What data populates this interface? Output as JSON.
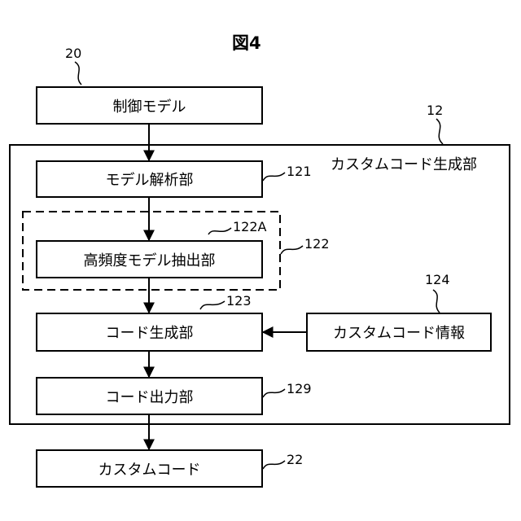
{
  "figure": {
    "title": "図4"
  },
  "refs": {
    "control_model": "20",
    "custom_code_generator": "12",
    "model_analysis": "121",
    "high_freq_extract_inner": "122A",
    "high_freq_extract_group": "122",
    "code_generation": "123",
    "custom_code_info": "124",
    "code_output": "129",
    "custom_code": "22"
  },
  "labels": {
    "control_model": "制御モデル",
    "custom_code_generator": "カスタムコード生成部",
    "model_analysis": "モデル解析部",
    "high_freq_extract": "高頻度モデル抽出部",
    "code_generation": "コード生成部",
    "custom_code_info": "カスタムコード情報",
    "code_output": "コード出力部",
    "custom_code": "カスタムコード"
  }
}
